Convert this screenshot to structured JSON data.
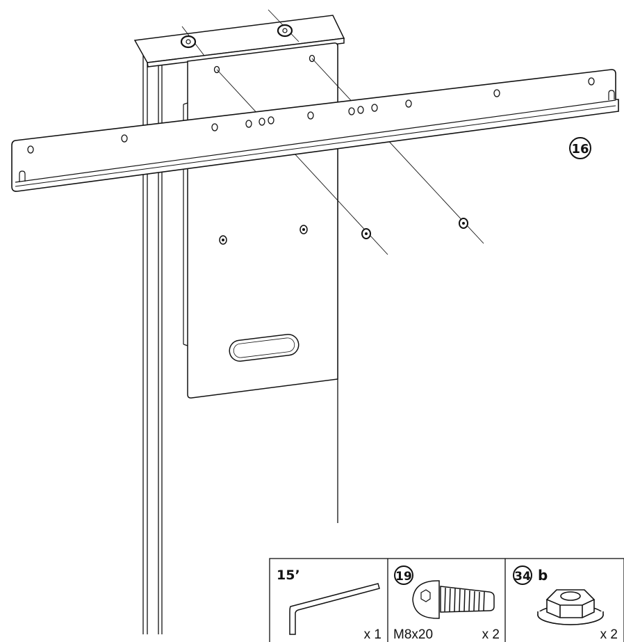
{
  "callouts": {
    "part_16": "16"
  },
  "parts_panel": {
    "items": [
      {
        "id": "15’",
        "circled": false,
        "suffix": "",
        "spec": "",
        "quantity": "x 1",
        "icon": "hex-key-icon"
      },
      {
        "id": "19",
        "circled": true,
        "suffix": "",
        "spec": "M8x20",
        "quantity": "x 2",
        "icon": "button-head-bolt-icon"
      },
      {
        "id": "34",
        "circled": true,
        "suffix": "b",
        "spec": "",
        "quantity": "x 2",
        "icon": "flange-nut-icon"
      }
    ]
  },
  "colors": {
    "line": "#111111",
    "background": "#ffffff"
  }
}
